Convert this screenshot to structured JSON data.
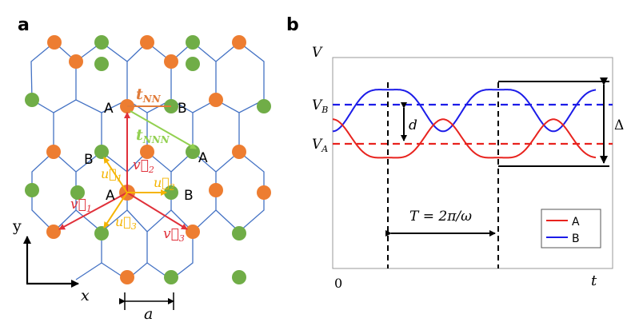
{
  "panel_a": {
    "label": "a",
    "site_a": "A",
    "site_b": "B",
    "t_nn": "t",
    "t_nn_sub": "NN",
    "t_nnn": "t",
    "t_nnn_sub": "NNN",
    "v1": "v⃗",
    "v1_sub": "1",
    "v2": "v⃗",
    "v2_sub": "2",
    "v3": "v⃗",
    "v3_sub": "3",
    "u1": "u⃗",
    "u1_sub": "1",
    "u2": "u⃗",
    "u2_sub": "2",
    "u3": "u⃗",
    "u3_sub": "3",
    "axis_x": "x",
    "axis_y": "y",
    "lattice_const": "a",
    "colors": {
      "site_a": "#ED7D31",
      "site_b": "#70AD47",
      "bond": "#4472C4",
      "t_nn": "#E07B39",
      "t_nnn": "#92D050",
      "v_vectors": "#E0303A",
      "u_vectors": "#F5B400"
    }
  },
  "panel_b": {
    "label": "b",
    "v_label": "V",
    "vb_label": "V",
    "vb_sub": "B",
    "va_label": "V",
    "va_sub": "A",
    "d_label": "d",
    "delta_label": "Δ",
    "period_label": "T = 2π/ω",
    "origin_label": "0",
    "t_label": "t",
    "legend": [
      {
        "name": "A",
        "color": "#E8231E"
      },
      {
        "name": "B",
        "color": "#1C1CE8"
      }
    ]
  }
}
